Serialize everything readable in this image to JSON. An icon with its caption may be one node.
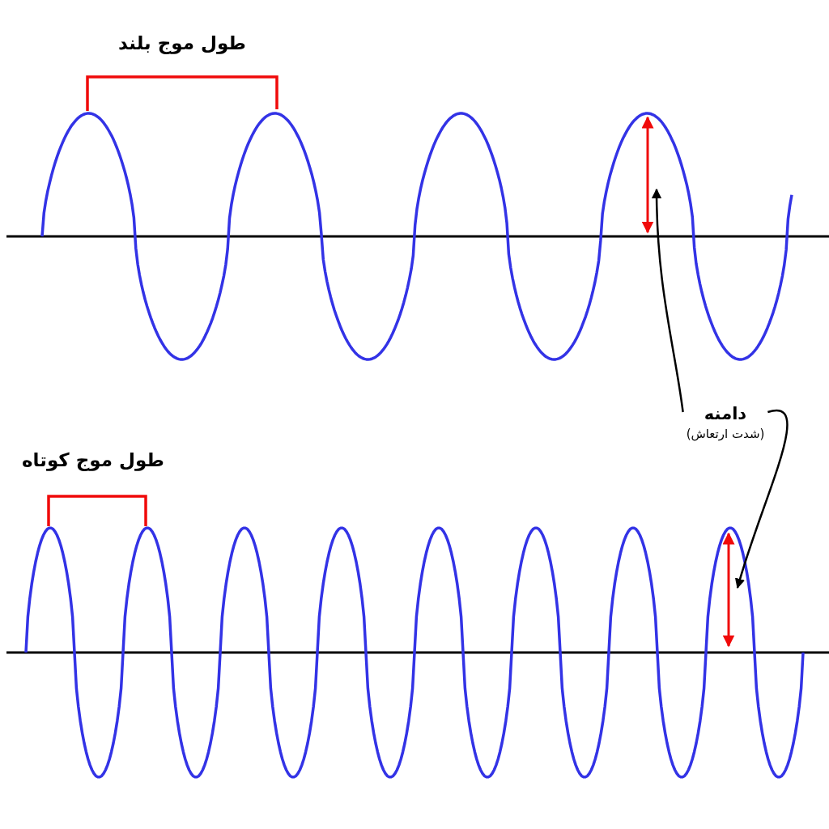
{
  "diagram": {
    "nodes": [
      {
        "text": [
          "دامنه",
          "(شدت ارتعاش)"
        ]
      },
      {
        "text": [],
        "shape": "arrow"
      },
      {
        "text": [],
        "shape": "arrow"
      }
    ],
    "edges": [
      {
        "from": 0,
        "to": 1,
        "arrow": "to"
      },
      {
        "from": 0,
        "to": 2,
        "arrow": "to"
      }
    ],
    "labels": [
      "طول موج بلند",
      "طول موج کوتاه"
    ]
  }
}
